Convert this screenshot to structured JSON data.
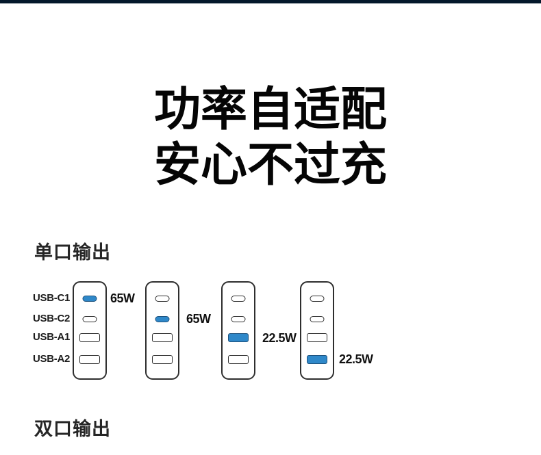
{
  "title": {
    "line1": "功率自适配",
    "line2": "安心不过充"
  },
  "sections": {
    "single_port": "单口输出",
    "dual_port": "双口输出"
  },
  "port_labels": [
    "USB-C1",
    "USB-C2",
    "USB-A1",
    "USB-A2"
  ],
  "chargers": [
    {
      "active_port": "USB-C1",
      "active_index": 0,
      "wattage": "65W"
    },
    {
      "active_port": "USB-C2",
      "active_index": 1,
      "wattage": "65W"
    },
    {
      "active_port": "USB-A1",
      "active_index": 2,
      "wattage": "22.5W"
    },
    {
      "active_port": "USB-A2",
      "active_index": 3,
      "wattage": "22.5W"
    }
  ],
  "colors": {
    "top_bar": "#04182b",
    "active_port_fill": "#2f88c9",
    "active_port_border": "#1d517c",
    "outline": "#2e2e2e",
    "text": "#111111"
  }
}
